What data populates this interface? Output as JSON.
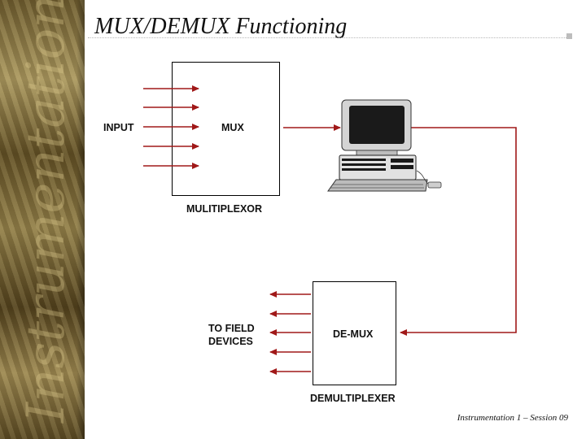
{
  "title": "MUX/DEMUX Functioning",
  "labels": {
    "input": "INPUT",
    "mux": "MUX",
    "multiplexor": "MULITIPLEXOR",
    "to_field_devices_line1": "TO FIELD",
    "to_field_devices_line2": "DEVICES",
    "demux": "DE-MUX",
    "demultiplexer": "DEMULTIPLEXER"
  },
  "footer": "Instrumentation 1 – Session 09",
  "icons": {
    "sidebar_background": "instrumentation-collage-background",
    "computer": "desktop-computer-icon"
  },
  "colors": {
    "arrow": "#a01818",
    "box_border": "#000000",
    "title": "#111111"
  }
}
